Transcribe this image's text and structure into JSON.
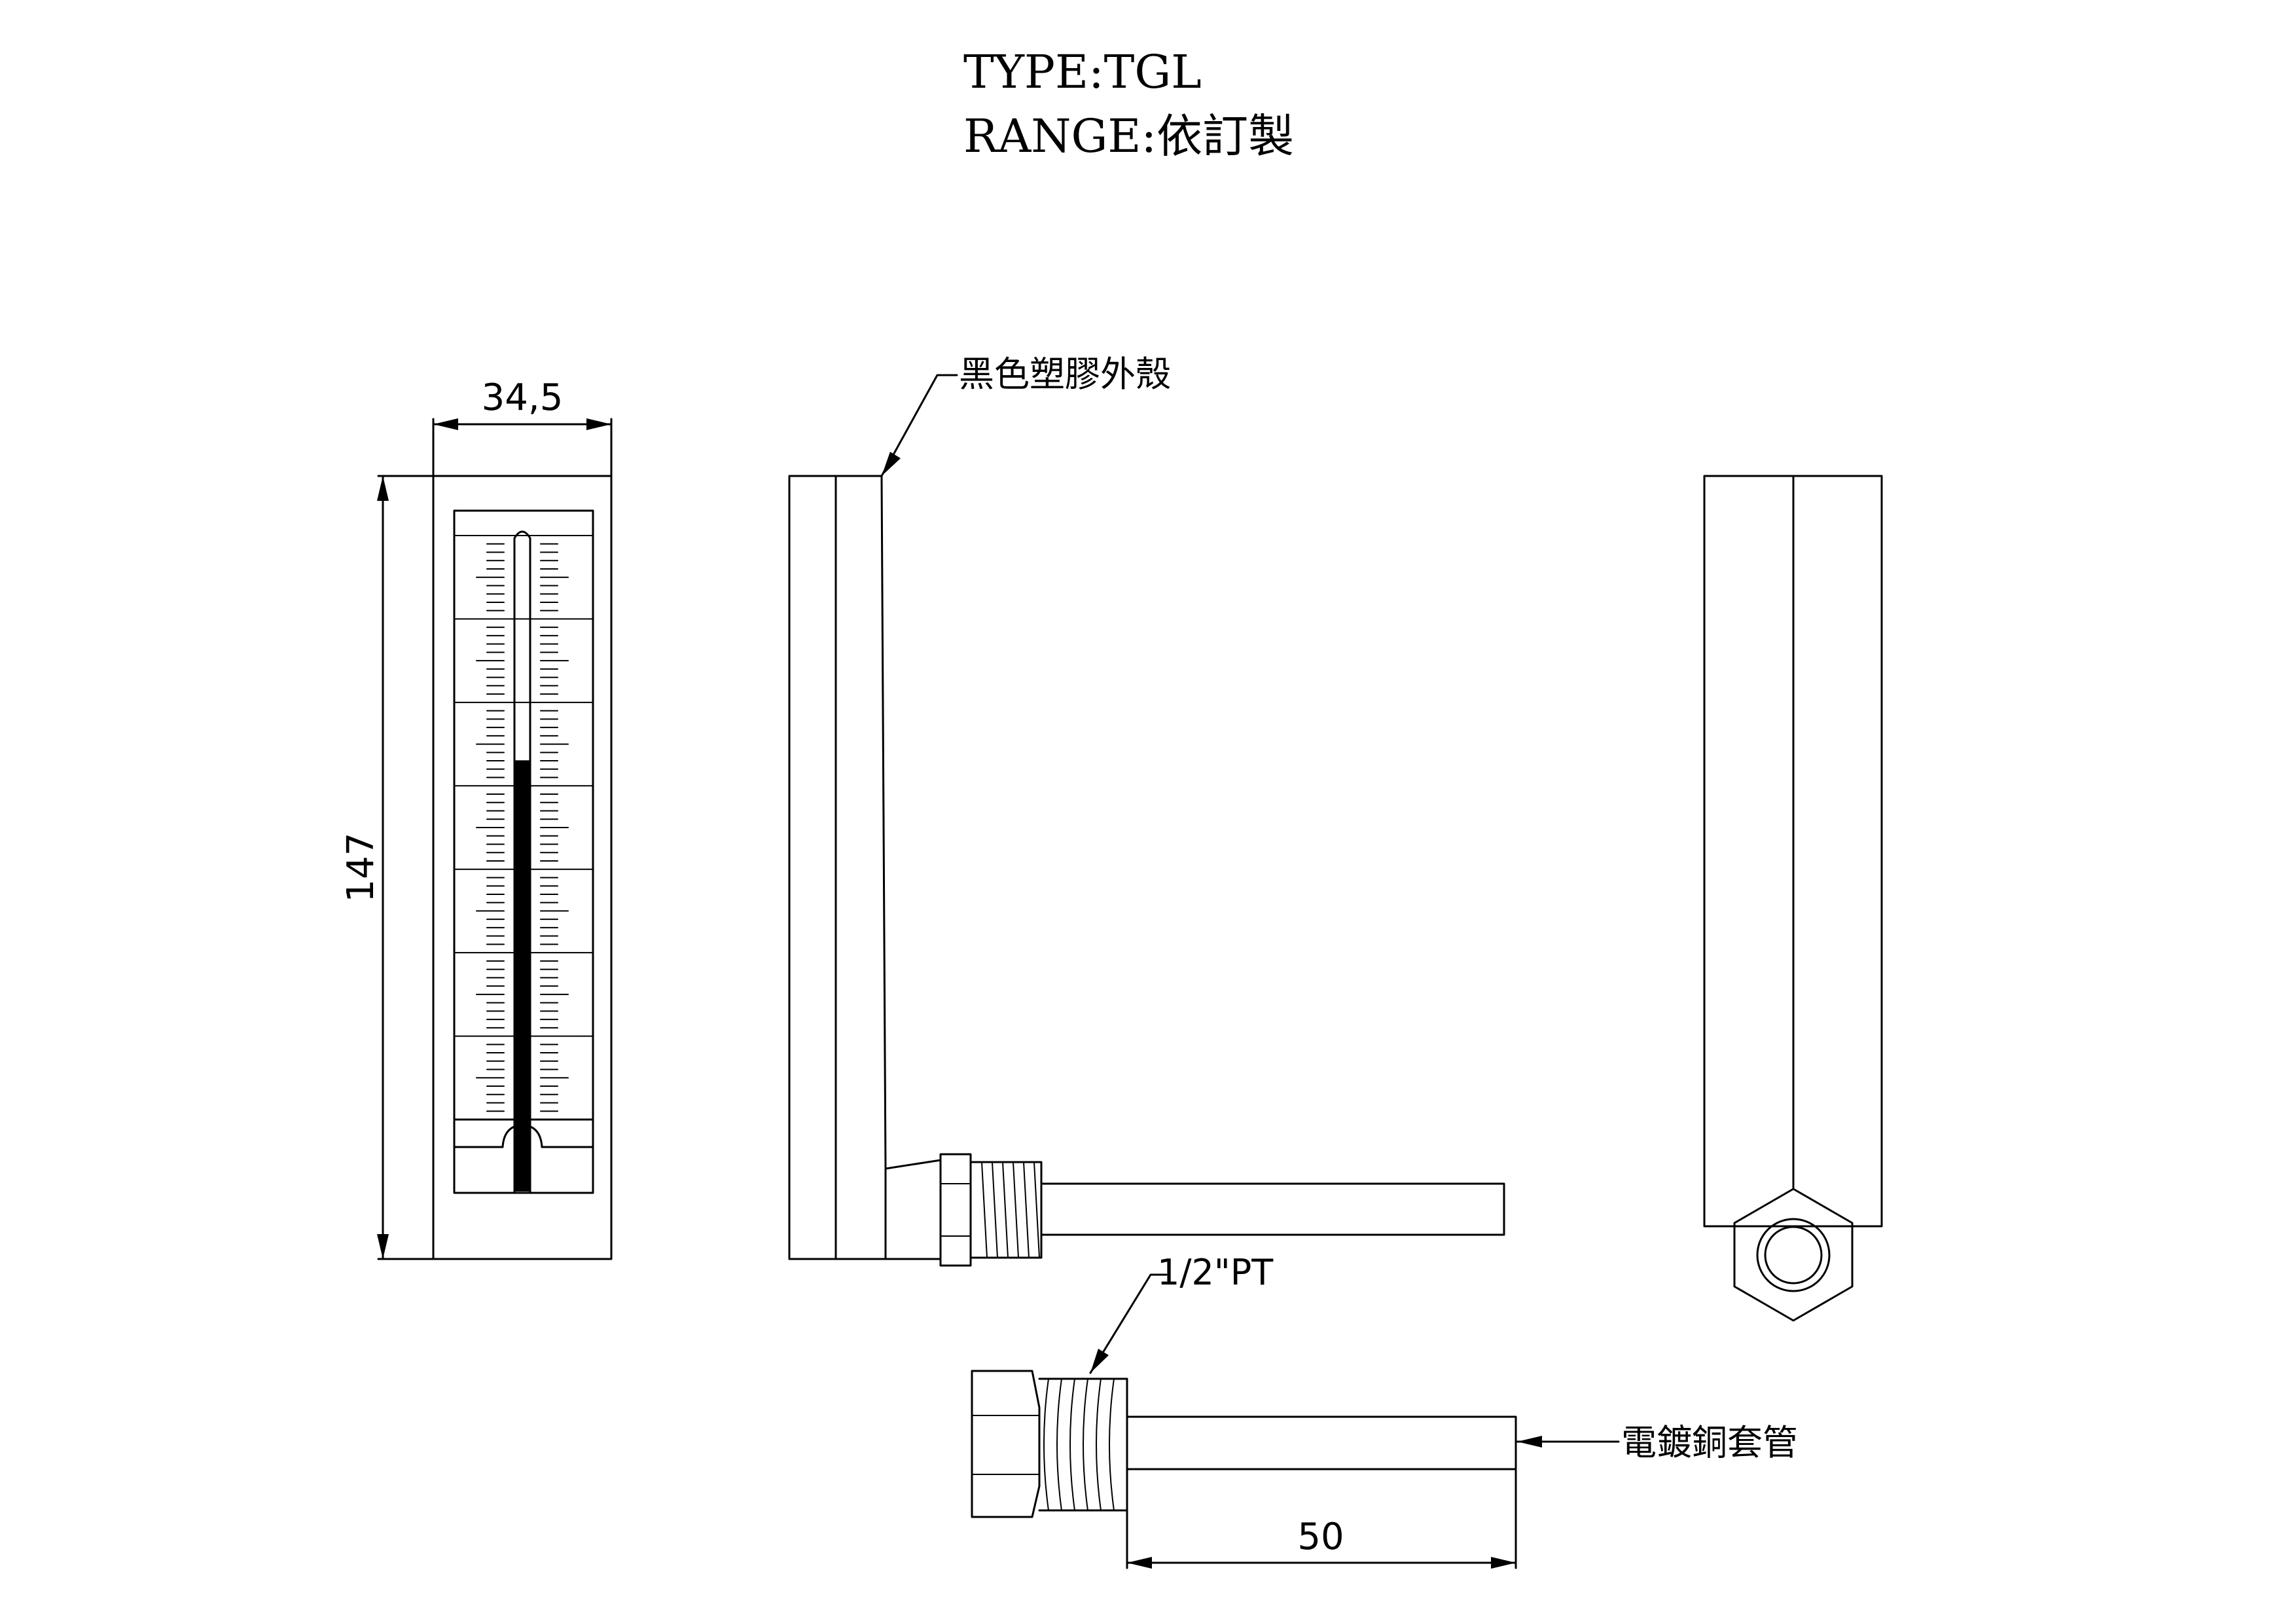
{
  "title": {
    "type_line": "TYPE:TGL",
    "range_line": "RANGE:依訂製"
  },
  "dimensions": {
    "width": "34,5",
    "height": "147",
    "stem_length": "50"
  },
  "callouts": {
    "housing": "黑色塑膠外殼",
    "thread": "1/2\"PT",
    "sleeve": "電鍍銅套管"
  },
  "scale": {
    "major_divisions": 7,
    "minor_ticks_per_division": 10,
    "mercury_fill_fraction": 0.66
  },
  "colors": {
    "line": "#000000",
    "background": "#ffffff"
  }
}
